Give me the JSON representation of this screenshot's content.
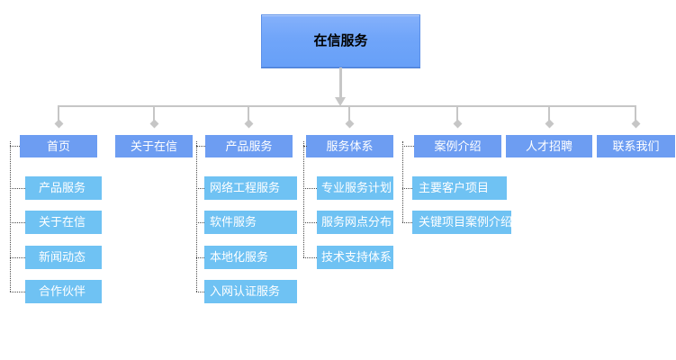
{
  "diagram": {
    "root_label": "在信服务",
    "level1": [
      "首页",
      "关于在信",
      "产品服务",
      "服务体系",
      "案例介绍",
      "人才招聘",
      "联系我们"
    ],
    "home_children": [
      "产品服务",
      "关于在信",
      "新闻动态",
      "合作伙伴"
    ],
    "product_children": [
      "网络工程服务",
      "软件服务",
      "本地化服务",
      "入网认证服务"
    ],
    "service_children": [
      "专业服务计划",
      "服务网点分布",
      "技术支持体系"
    ],
    "case_children": [
      "主要客户项目",
      "关键项目案例介绍"
    ]
  },
  "colors": {
    "root_fill": "#70a5f9",
    "root_border": "#5c90e8",
    "root_text": "#000000",
    "level1_fill": "#6d9df2",
    "child_fill": "#6fc2f3",
    "node_text": "#ffffff",
    "connector": "#c6c6c6",
    "dotted": "#4d4d4d"
  }
}
